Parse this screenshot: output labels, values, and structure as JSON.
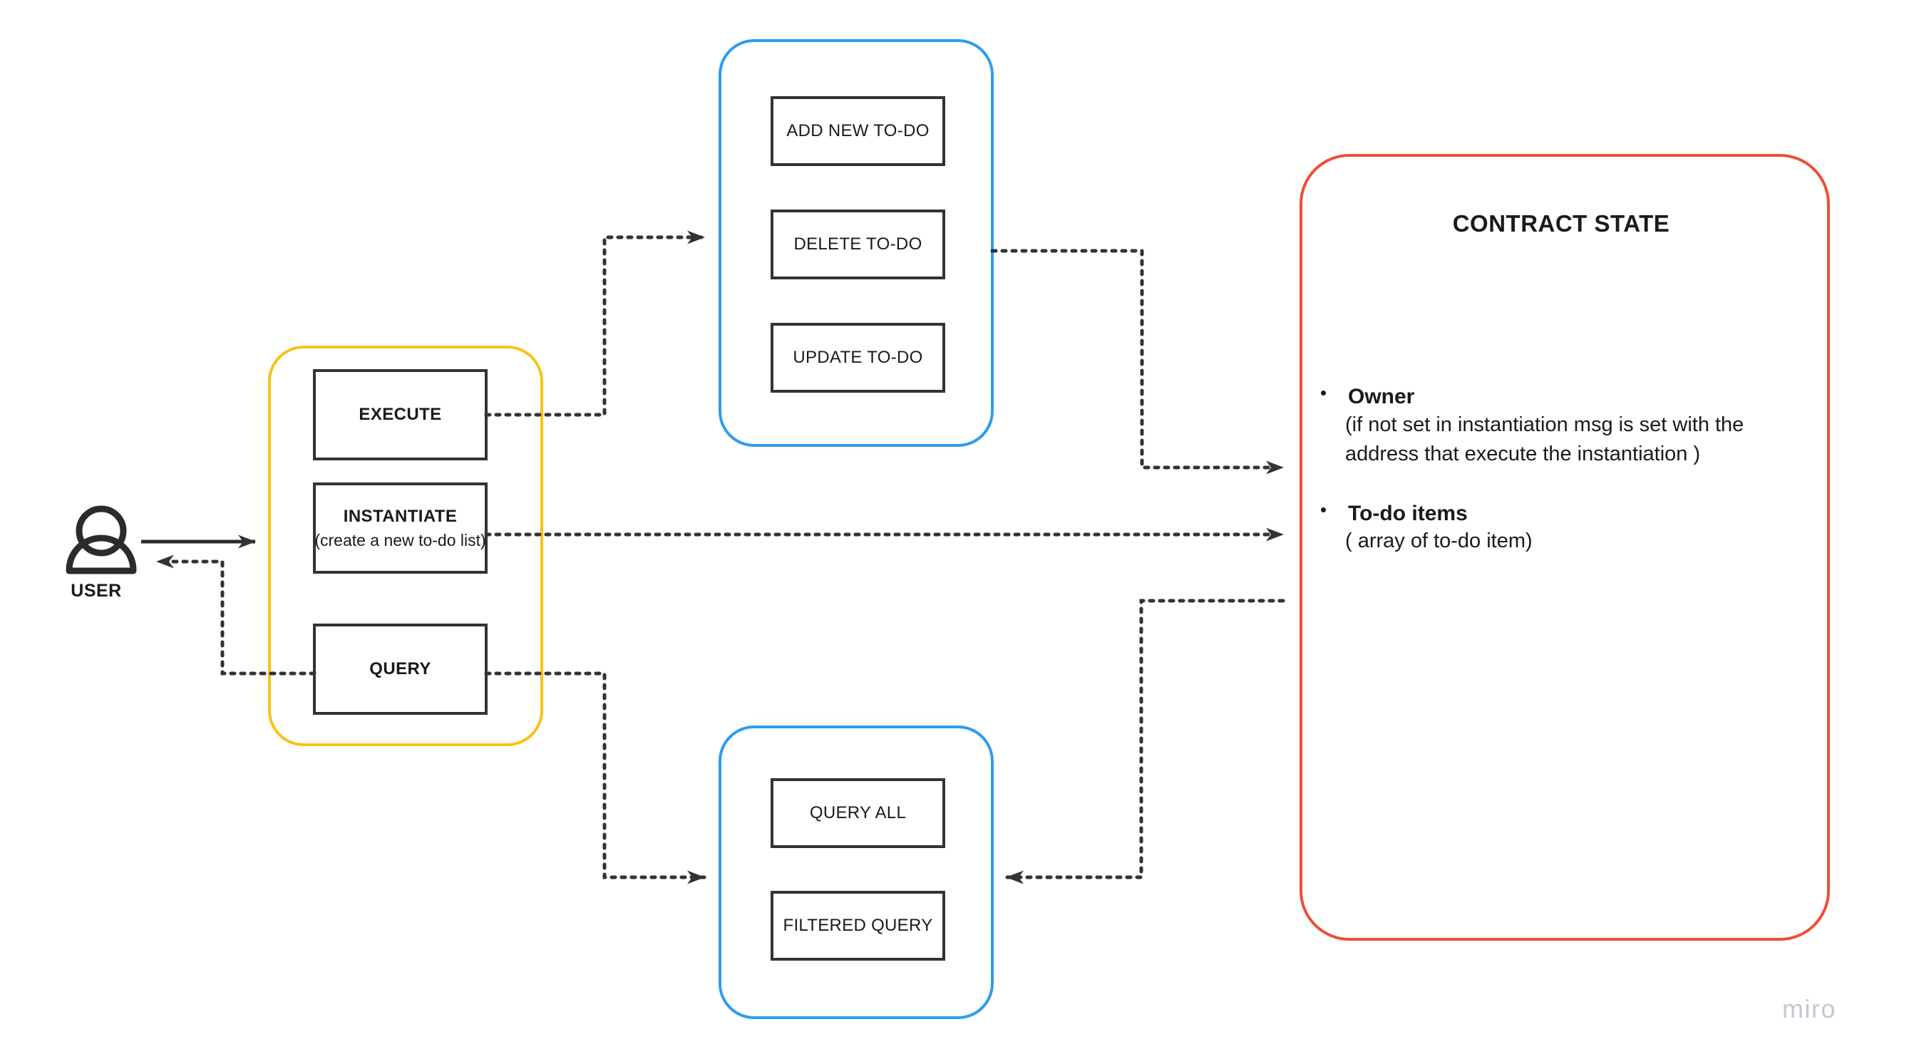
{
  "theme": {
    "yellow": "#FAC213",
    "blue": "#2D9CF0",
    "red": "#F04E36",
    "box_stroke": "#333333",
    "connector": "#333333",
    "text": "#1a1a1a",
    "watermark": "#c6c6d6",
    "background": "#ffffff"
  },
  "actor": {
    "label": "USER",
    "icon": "user-person-icon"
  },
  "entry_group": {
    "name": "entrypoints-group",
    "color": "#FAC213",
    "boxes": [
      {
        "title": "EXECUTE",
        "subtitle": ""
      },
      {
        "title": "INSTANTIATE",
        "subtitle": "(create a new to-do list)"
      },
      {
        "title": "QUERY",
        "subtitle": ""
      }
    ]
  },
  "execute_group": {
    "name": "execute-messages-group",
    "color": "#2D9CF0",
    "boxes": [
      {
        "title": "ADD NEW TO-DO"
      },
      {
        "title": "DELETE TO-DO"
      },
      {
        "title": "UPDATE TO-DO"
      }
    ]
  },
  "query_group": {
    "name": "query-messages-group",
    "color": "#2D9CF0",
    "boxes": [
      {
        "title": "QUERY ALL"
      },
      {
        "title": "FILTERED QUERY"
      }
    ]
  },
  "contract_state": {
    "name": "contract-state-panel",
    "color": "#F04E36",
    "title": "CONTRACT STATE",
    "items": [
      {
        "term": "Owner",
        "desc": "(if not set in instantiation msg is set with the address that execute the instantiation )"
      },
      {
        "term": "To-do items",
        "desc": "( array of to-do item)"
      }
    ]
  },
  "watermark": {
    "text": "miro"
  }
}
